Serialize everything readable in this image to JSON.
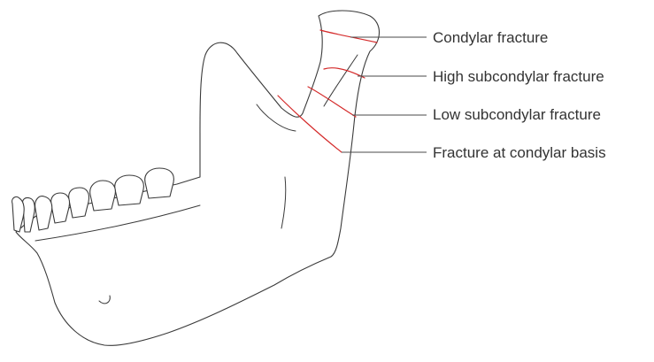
{
  "diagram": {
    "labels": [
      {
        "id": "condylar",
        "text": "Condylar fracture"
      },
      {
        "id": "high-subcondylar",
        "text": "High subcondylar fracture"
      },
      {
        "id": "low-subcondylar",
        "text": "Low subcondylar fracture"
      },
      {
        "id": "condylar-basis",
        "text": "Fracture at condylar basis"
      }
    ],
    "colors": {
      "outline": "#3a3a3a",
      "fracture_line": "#d42a2a",
      "leader_line": "#4a4a4a",
      "label_text": "#333333"
    }
  }
}
